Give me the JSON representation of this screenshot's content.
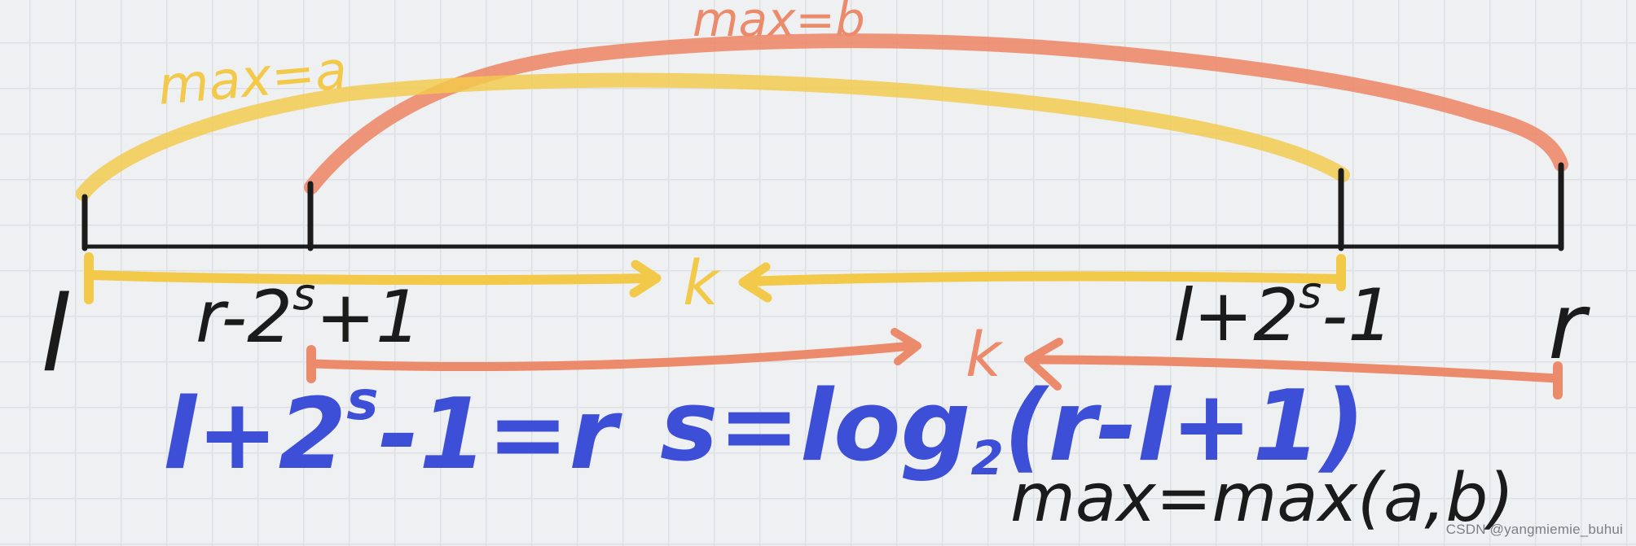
{
  "colors": {
    "yellow": "#f3c94a",
    "orange": "#ec8a6c",
    "black": "#1b1b1b",
    "blue": "#3d4fd6",
    "grid": "#dde0e4",
    "background": "#eef0f2"
  },
  "labels": {
    "max_a": "max=a",
    "max_b": "max=b",
    "left_endpoint": "l",
    "right_endpoint": "r",
    "r_minus_pow_plus_1": "r-2",
    "r_minus_pow_exp": "s",
    "r_minus_pow_tail": "+1",
    "l_plus_pow_minus_1": "l+2",
    "l_plus_pow_exp": "s",
    "l_plus_pow_tail": "-1",
    "k_yellow": "k",
    "k_orange": "k"
  },
  "formulas": {
    "eq1_head": "l+2",
    "eq1_exp": "s",
    "eq1_tail": "-1=r",
    "eq2_head": "s=log",
    "eq2_sub": "2",
    "eq2_tail": "(r-l+1)",
    "eq3": "max=max(a,b)"
  },
  "watermark": "CSDN @yangmiemie_buhui"
}
